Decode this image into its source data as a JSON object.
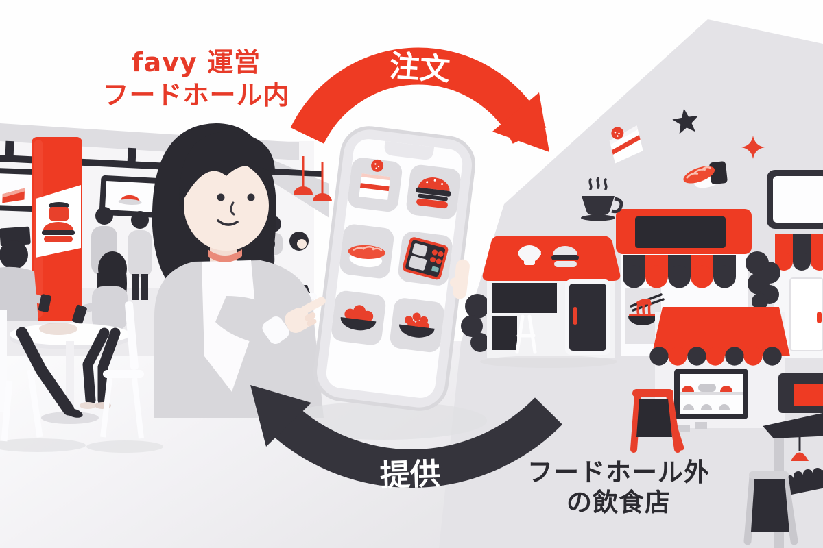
{
  "labels": {
    "favy_line1": "favy 運営",
    "favy_line2": "フードホール内",
    "order": "注文",
    "provide": "提供",
    "outside_line1": "フードホール外",
    "outside_line2": "の飲食店"
  },
  "colors": {
    "accent_red": "#EE3B23",
    "label_red": "#E73A28",
    "dark": "#34333B",
    "label_dark": "#2B2A30",
    "wall_gray": "#E4E3E7",
    "floor_white": "#FBFBFD"
  },
  "phone": {
    "screen_items": [
      {
        "icon": "cake-slice-icon"
      },
      {
        "icon": "hamburger-icon"
      },
      {
        "icon": "salmon-sushi-icon"
      },
      {
        "icon": "bento-box-icon"
      },
      {
        "icon": "fried-chicken-bowl-icon"
      },
      {
        "icon": "salmon-roe-bowl-icon"
      }
    ]
  },
  "scene": {
    "left_icons": [
      "menu-board-icon",
      "red-pillar-burger-logo-icon",
      "pendant-lamp-icon",
      "diner-with-smartphone-icon",
      "cafe-table-icon"
    ],
    "right_icons": [
      "cake-slice-icon",
      "star-icon",
      "sparkle-icon",
      "sushi-icon",
      "coffee-cup-icon",
      "burger-shop-icon",
      "ramen-shop-icon",
      "bakery-awning-icon",
      "signboard-tv-icon",
      "a-frame-sign-icon",
      "food-stand-icon"
    ]
  }
}
